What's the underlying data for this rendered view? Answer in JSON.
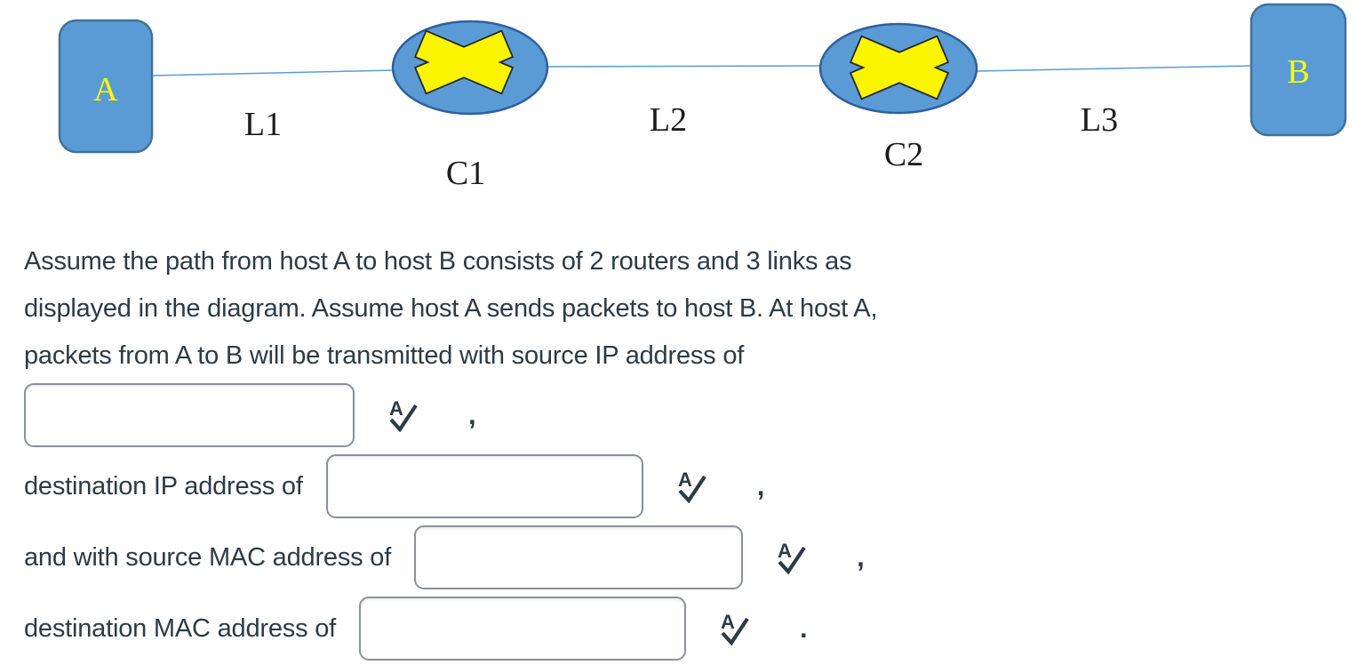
{
  "theme": {
    "node_fill": "#5b9bd5",
    "node_stroke": "#41719c",
    "ellipse_stroke": "#2f5f9e",
    "letter_yellow": "#fcfc00",
    "x_fill": "#fcf500",
    "x_stroke": "#262626",
    "line_blue": "#5b9bd5",
    "diagram_label_color": "#1c1c1c",
    "text_color": "#2d3b45",
    "icon_color": "#2d3b45",
    "input_border": "#8a929a"
  },
  "diagram": {
    "host_a": "A",
    "host_b": "B",
    "router_c1": "C1",
    "router_c2": "C2",
    "link_l1": "L1",
    "link_l2": "L2",
    "link_l3": "L3"
  },
  "question": {
    "lines": [
      "Assume the path from host A to host B consists of 2 routers and 3 links as",
      "displayed in the diagram. Assume host A sends packets to host B. At host A,",
      "packets from A to B will be transmitted with source IP address of"
    ],
    "blanks": [
      {
        "label": "",
        "value": "",
        "punct": ","
      },
      {
        "label": "destination IP address of",
        "value": "",
        "punct": ","
      },
      {
        "label": "and with source MAC address of",
        "value": "",
        "punct": ","
      },
      {
        "label": "destination MAC address of",
        "value": "",
        "punct": "."
      }
    ]
  }
}
